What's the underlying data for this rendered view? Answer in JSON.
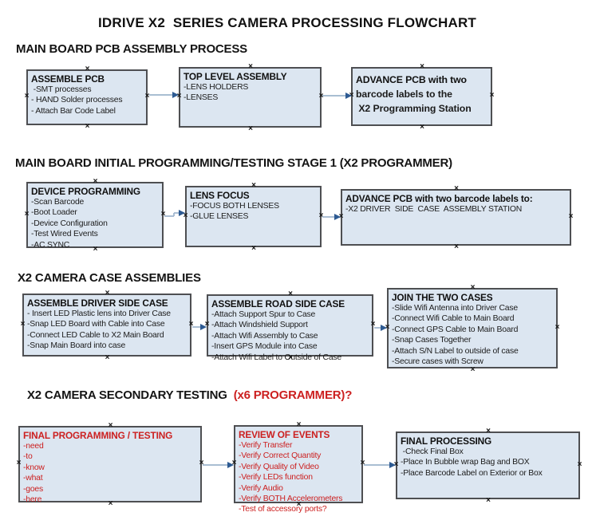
{
  "title": "IDRIVE X2  SERIES CAMERA PROCESSING FLOWCHART",
  "colors": {
    "box_fill": "#dce6f1",
    "box_border": "#4e4f52",
    "red_text": "#cc2020",
    "arrow_line": "#9db4cc",
    "arrow_head": "#2d5a92",
    "black_text": "#111111"
  },
  "icons": {
    "connection_handle": "×"
  },
  "sections": [
    {
      "header": "MAIN BOARD PCB ASSEMBLY PROCESS",
      "boxes": [
        {
          "title": "ASSEMBLE PCB",
          "items": [
            " -SMT processes",
            "- HAND Solder processes",
            "- Attach Bar Code Label"
          ]
        },
        {
          "title": "TOP LEVEL ASSEMBLY",
          "items": [
            "-LENS HOLDERS",
            "-LENSES"
          ]
        },
        {
          "title": "ADVANCE PCB with two",
          "items": [
            "barcode labels to the",
            " X2 Programming Station"
          ]
        }
      ]
    },
    {
      "header": "MAIN BOARD INITIAL PROGRAMMING/TESTING STAGE 1 (X2 PROGRAMMER)",
      "boxes": [
        {
          "title": "DEVICE PROGRAMMING",
          "items": [
            "-Scan Barcode",
            "-Boot Loader",
            "-Device Configuration",
            "-Test Wired Events",
            "-AC SYNC"
          ]
        },
        {
          "title": "LENS FOCUS",
          "items": [
            "-FOCUS BOTH LENSES",
            "-GLUE LENSES"
          ]
        },
        {
          "title": "ADVANCE PCB with two barcode labels to:",
          "items": [
            "-X2 DRIVER  SIDE  CASE  ASSEMBLY STATION"
          ]
        }
      ]
    },
    {
      "header": "X2 CAMERA CASE ASSEMBLIES",
      "boxes": [
        {
          "title": "ASSEMBLE DRIVER SIDE CASE",
          "items": [
            "- Insert LED Plastic lens into Driver Case",
            "-Snap LED Board with Cable into Case",
            "-Connect LED Cable to X2 Main Board",
            "-Snap Main Board into case"
          ]
        },
        {
          "title": "ASSEMBLE ROAD SIDE CASE",
          "items": [
            "-Attach Support Spur to Case",
            "-Attach Windshield Support",
            "-Attach Wifi Assembly to Case",
            "-Insert GPS Module into Case",
            "-Attach Wifi Label to Outside of Case"
          ]
        },
        {
          "title": "JOIN THE TWO CASES",
          "items": [
            "-Slide Wifi Antenna into Driver Case",
            "-Connect Wifi Cable to Main Board",
            "-Connect GPS Cable to Main Board",
            "-Snap Cases Together",
            "-Attach S/N Label to outside of case",
            "-Secure cases with Screw"
          ]
        }
      ]
    },
    {
      "header_black": "X2 CAMERA SECONDARY TESTING  ",
      "header_red": "(x6 PROGRAMMER)?",
      "boxes": [
        {
          "title": "FINAL PROGRAMMING / TESTING",
          "items": [
            "-need",
            "-to",
            "-know",
            "-what",
            "-goes",
            "-here"
          ]
        },
        {
          "title": "REVIEW OF EVENTS",
          "items": [
            "-Verify Transfer",
            "-Verify Correct Quantity",
            "-Verify Quality of Video",
            "-Verify LEDs function",
            "-Verify Audio",
            "-Verify BOTH Accelerometers",
            "-Test of accessory ports?"
          ]
        },
        {
          "title": "FINAL PROCESSING",
          "items": [
            " -Check Final Box",
            "-Place In Bubble wrap Bag and BOX",
            "-Place Barcode Label on Exterior or Box"
          ]
        }
      ]
    }
  ]
}
